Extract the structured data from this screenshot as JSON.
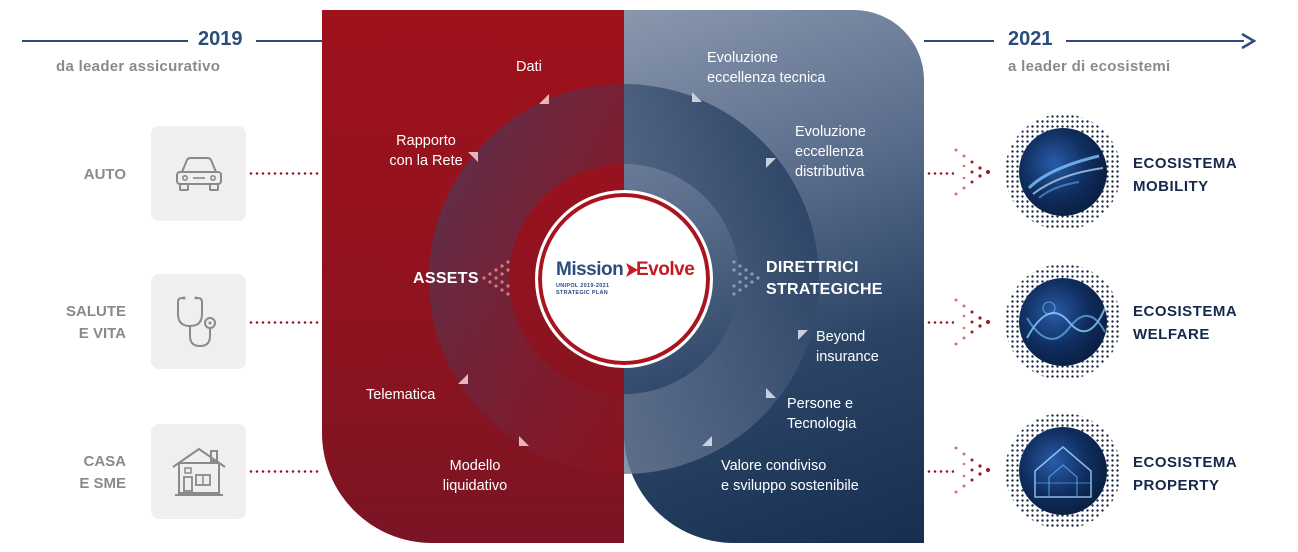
{
  "timeline": {
    "start_year": "2019",
    "start_label": "da leader assicurativo",
    "end_year": "2021",
    "end_label": "a leader di ecosistemi"
  },
  "segments": [
    {
      "label_line1": "AUTO",
      "label_line2": "",
      "icon": "car-icon"
    },
    {
      "label_line1": "SALUTE",
      "label_line2": "E VITA",
      "icon": "stethoscope-icon"
    },
    {
      "label_line1": "CASA",
      "label_line2": "E SME",
      "icon": "house-icon"
    }
  ],
  "center": {
    "left_title": "ASSETS",
    "right_title_line1": "DIRETTRICI",
    "right_title_line2": "STRATEGICHE",
    "logo_mission": "Mission",
    "logo_evolve": "Evolve",
    "logo_sub_line1": "UNIPOL 2019-2021",
    "logo_sub_line2": "STRATEGIC PLAN",
    "assets": {
      "dati": "Dati",
      "rapporto_1": "Rapporto",
      "rapporto_2": "con la Rete",
      "telematica": "Telematica",
      "modello_1": "Modello",
      "modello_2": "liquidativo"
    },
    "direttrici": {
      "tecnica_1": "Evoluzione",
      "tecnica_2": "eccellenza tecnica",
      "distributiva_1": "Evoluzione",
      "distributiva_2": "eccellenza",
      "distributiva_3": "distributiva",
      "beyond_1": "Beyond",
      "beyond_2": "insurance",
      "persone_1": "Persone e",
      "persone_2": "Tecnologia",
      "valore_1": "Valore condiviso",
      "valore_2": "e sviluppo sostenibile"
    }
  },
  "ecosystems": [
    {
      "line1": "ECOSISTEMA",
      "line2": "MOBILITY"
    },
    {
      "line1": "ECOSISTEMA",
      "line2": "WELFARE"
    },
    {
      "line1": "ECOSISTEMA",
      "line2": "PROPERTY"
    }
  ],
  "colors": {
    "navy": "#2b4d7c",
    "red": "#9f111b",
    "grey_text": "#8a8a8a",
    "dark_navy": "#16294a"
  }
}
